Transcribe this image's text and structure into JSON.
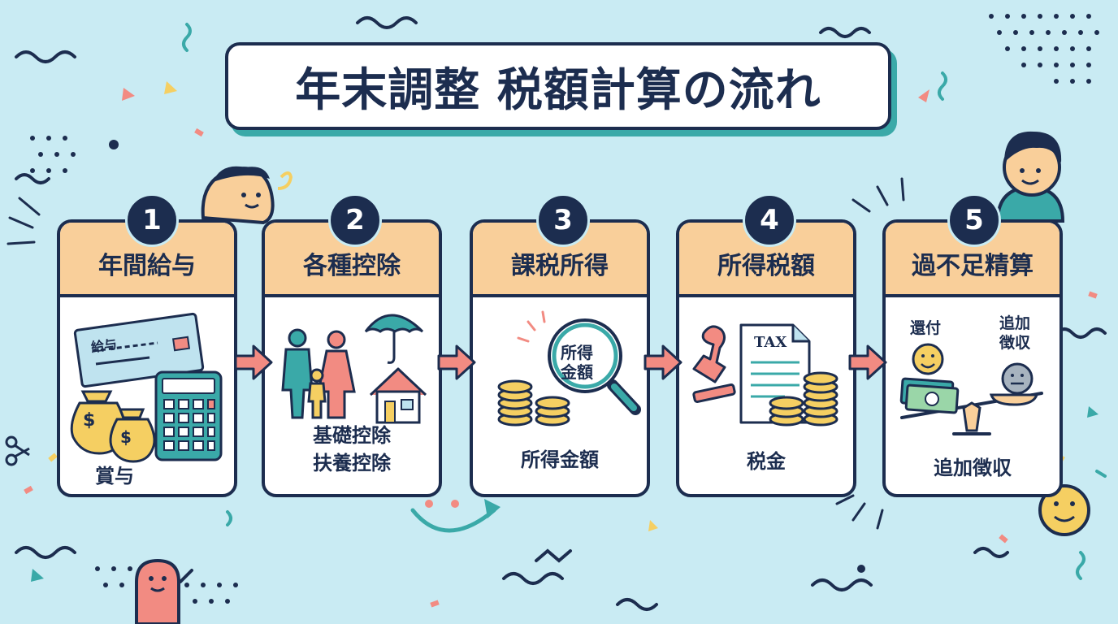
{
  "title": "年末調整 税額計算の流れ",
  "steps": [
    {
      "number": "1",
      "heading": "年間給与",
      "slip_label": "給与",
      "label": "賞与"
    },
    {
      "number": "2",
      "heading": "各種控除",
      "label_line1": "基礎控除",
      "label_line2": "扶養控除"
    },
    {
      "number": "3",
      "heading": "課税所得",
      "lens_line1": "所得",
      "lens_line2": "金額",
      "label": "所得金額"
    },
    {
      "number": "4",
      "heading": "所得税額",
      "doc_label": "TAX",
      "label": "税金"
    },
    {
      "number": "5",
      "heading": "過不足精算",
      "refund_label": "還付",
      "extra_line1": "追加",
      "extra_line2": "徴収",
      "label": "追加徴収"
    }
  ],
  "colors": {
    "background": "#c9ebf3",
    "navy": "#1c2d4f",
    "header": "#f9cf9a",
    "teal": "#3aa9a8",
    "coral": "#f28b82",
    "gold": "#f5cf62"
  }
}
